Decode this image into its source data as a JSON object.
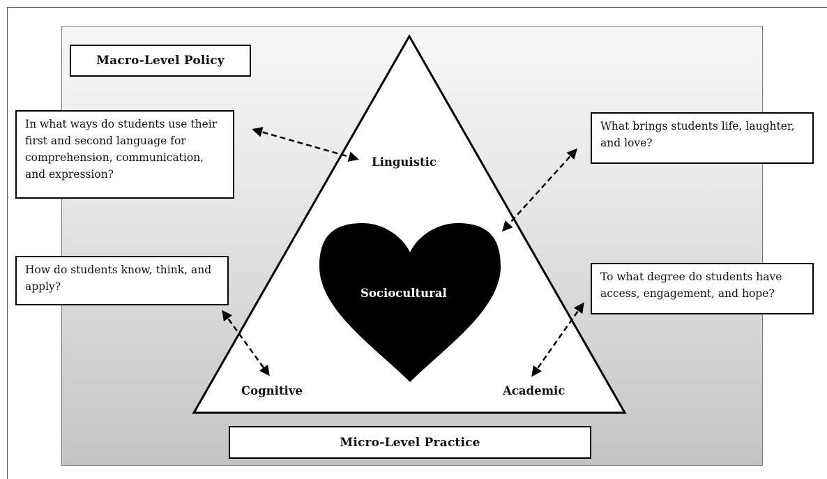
{
  "levels": {
    "macro": "Macro-Level Policy",
    "micro": "Micro-Level Practice"
  },
  "vertices": {
    "top": "Linguistic",
    "bottom_left": "Cognitive",
    "bottom_right": "Academic"
  },
  "center": {
    "label": "Sociocultural"
  },
  "questions": {
    "linguistic": "In what ways do students use their first and second language for comprehension, communication, and expression?",
    "sociocultural": "What brings students life, laughter, and love?",
    "cognitive": "How do students know, think, and apply?",
    "academic": "To what degree do students have access, engagement, and hope?"
  },
  "colors": {
    "stroke": "#000000",
    "heart": "#000000",
    "panel_top": "#f7f7f7",
    "panel_bottom": "#c4c4c4"
  }
}
